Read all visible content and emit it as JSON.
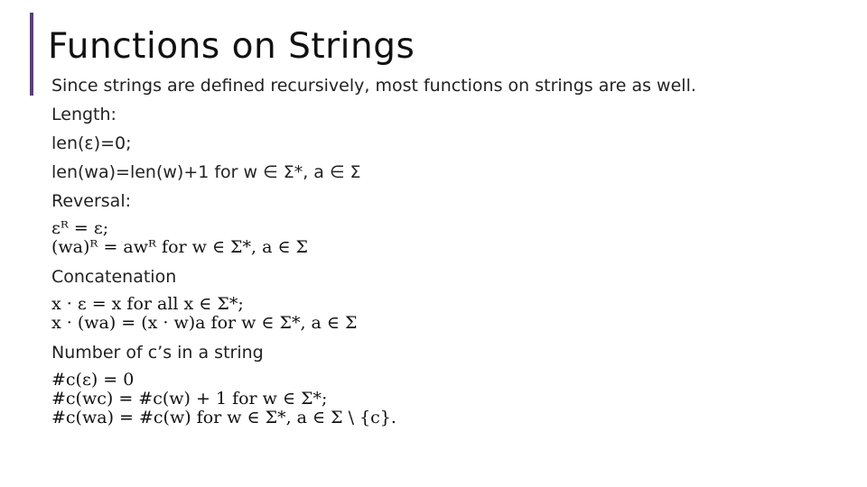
{
  "slide": {
    "title": "Functions on Strings",
    "accent_color": "#5a3f7a"
  },
  "content": {
    "intro": "Since strings are defined recursively, most functions on strings are as well.",
    "length_heading": "Length:",
    "length_base": "len(ε)=0;",
    "length_recursive": "len(wa)=len(w)+1 for w ∈ Σ*, a ∈ Σ",
    "reversal_heading": "Reversal:",
    "reversal_base": "εᴿ = ε;",
    "reversal_recursive": "(wa)ᴿ = awᴿ for w ∈ Σ*, a ∈ Σ",
    "concat_heading": "Concatenation",
    "concat_base": "x · ε = x for all x ∈ Σ*;",
    "concat_recursive": "x · (wa) = (x · w)a for w ∈ Σ*, a ∈ Σ",
    "count_heading": "Number of c’s in a string",
    "count_base": "#c(ε) = 0",
    "count_recursive_match": "#c(wc) = #c(w) + 1 for w ∈ Σ*;",
    "count_recursive_other": "#c(wa) = #c(w) for w ∈ Σ*, a ∈ Σ \\ {c}."
  }
}
